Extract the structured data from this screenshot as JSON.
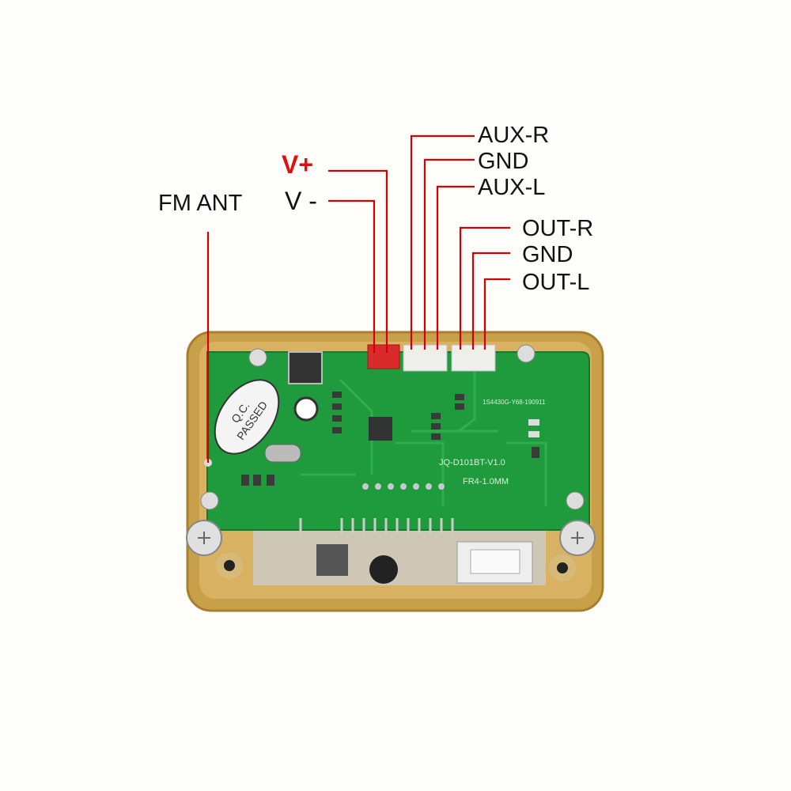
{
  "labels": {
    "fm_ant": "FM ANT",
    "v_plus": "V+",
    "v_minus": "V -",
    "aux_r": "AUX-R",
    "gnd_aux": "GND",
    "aux_l": "AUX-L",
    "out_r": "OUT-R",
    "gnd_out": "GND",
    "out_l": "OUT-L"
  },
  "board": {
    "model": "JQ-D101BT-V1.0",
    "material": "FR4-1.0MM",
    "serial": "1S4430G-Y68-190911",
    "sticker_line1": "Q.C.",
    "sticker_line2": "PASSED"
  },
  "colors": {
    "wire": "#d40000",
    "v_plus_text": "#e01010",
    "pcb": "#1f9a3c",
    "frame": "#c9a04a"
  }
}
